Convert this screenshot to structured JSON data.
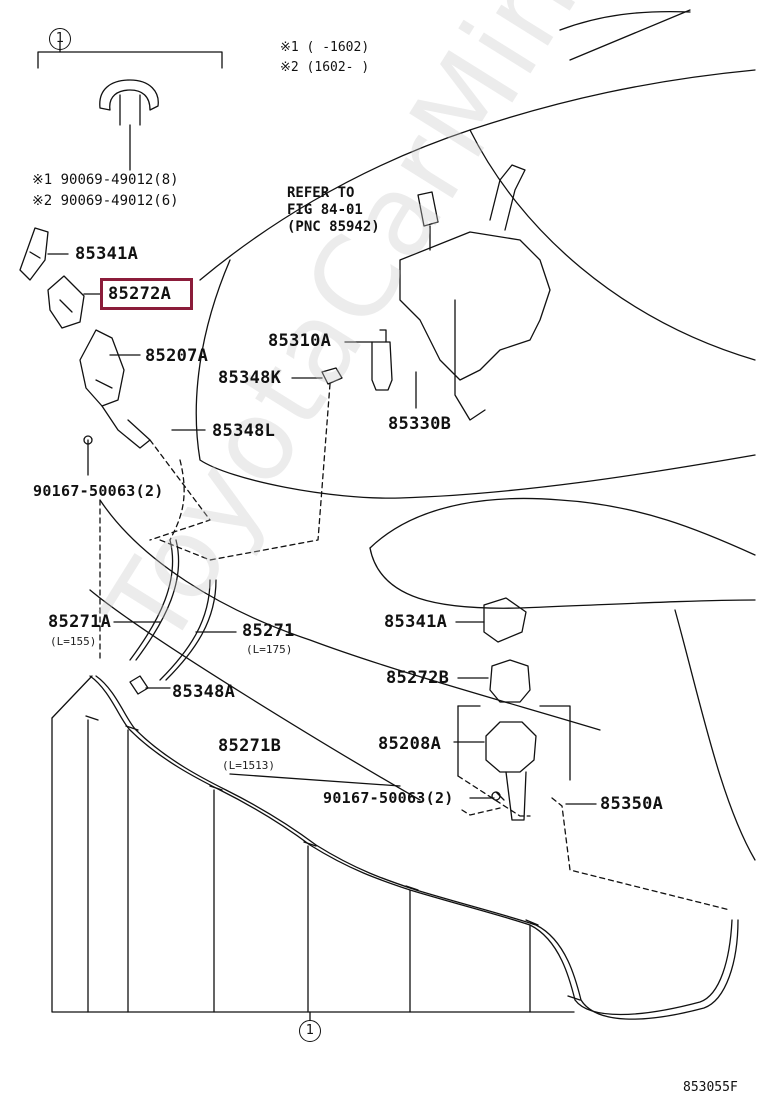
{
  "watermark": "ToyotaCarMine.ru",
  "legend": {
    "note1": "※1 (   -1602)",
    "note2": "※2 (1602-    )"
  },
  "clip_group": {
    "circle": "1",
    "part1": "※1 90069-49012(8)",
    "part2": "※2 90069-49012(6)"
  },
  "refer_note": "REFER TO\nFIG 84-01\n(PNC 85942)",
  "highlight_color": "#8b1c3a",
  "parts": {
    "p85341A_top": "85341A",
    "p85272A": "85272A",
    "p85207A": "85207A",
    "p85310A": "85310A",
    "p85348K": "85348K",
    "p85330B": "85330B",
    "p85348L": "85348L",
    "p90167_top": "90167-50063(2)",
    "p85271A": "85271A",
    "p85271A_len": "(L=155)",
    "p85271": "85271",
    "p85271_len": "(L=175)",
    "p85341A_bottom": "85341A",
    "p85272B": "85272B",
    "p85348A": "85348A",
    "p85208A": "85208A",
    "p85271B": "85271B",
    "p85271B_len": "(L=1513)",
    "p90167_bottom": "90167-50063(2)",
    "p85350A": "85350A"
  },
  "bottom_circle": "1",
  "figure_code": "853055F"
}
